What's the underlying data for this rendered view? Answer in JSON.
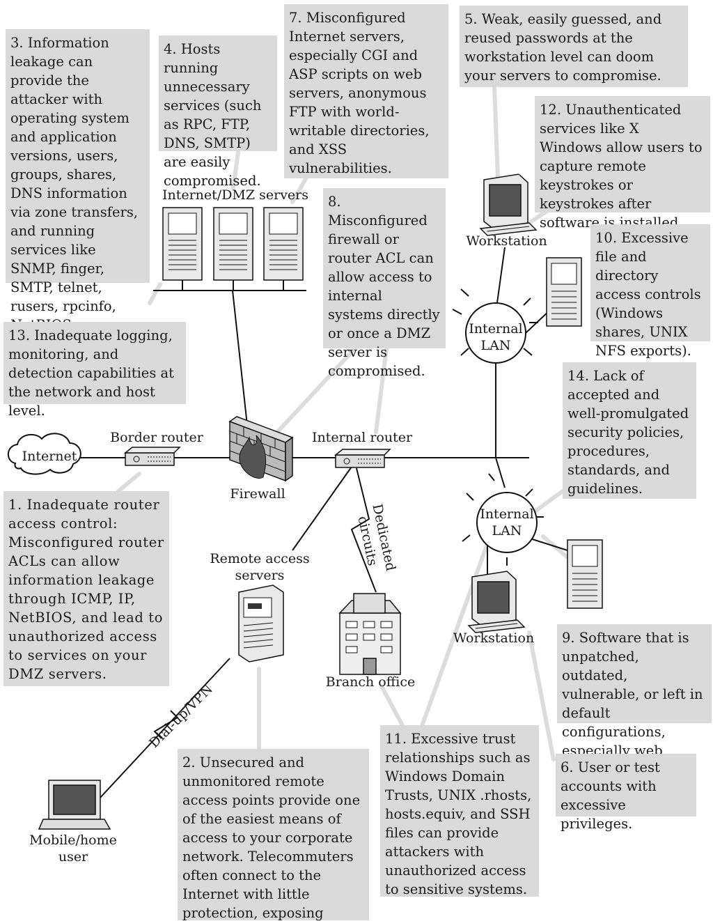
{
  "notes": {
    "n1": "1.  Inadequate router access control: Misconfigured router ACLs can allow information leakage through ICMP, IP, NetBIOS, and lead to unauthorized access to services on your DMZ servers.",
    "n2": "2.  Unsecured and unmonitored remote access points provide one of the easiest means of access to your corporate network. Telecommuters often connect to the Internet with little protection, exposing sensitive files to attack.",
    "n3": "3.  Information leakage can provide the attacker with operating system and application versions, users, groups, shares, DNS information via zone  transfers, and running services like SNMP, finger, SMTP, telnet, rusers, rpcinfo, NetBIOS.",
    "n4": "4.  Hosts running unnecessary services (such as RPC, FTP, DNS, SMTP) are easily compromised.",
    "n5": "5.  Weak, easily guessed, and reused passwords at the workstation level can doom your servers to compromise.",
    "n6": "6.  User or test accounts with excessive privileges.",
    "n7": "7.  Misconfigured Internet servers, especially CGI and ASP scripts on web servers, anonymous FTP with world-writable directories, and XSS vulnerabilities.",
    "n8": "8.  Misconfigured firewall or router ACL can allow access to internal systems directly or once a DMZ server is compromised.",
    "n9": "9.  Software that is unpatched, outdated, vulnerable, or left in default configurations, especially web servers.",
    "n10": "10.  Excessive file and directory access controls (Windows shares, UNIX NFS exports).",
    "n11": "11.  Excessive trust relationships such as Windows Domain Trusts, UNIX .rhosts, hosts.equiv, and SSH files can provide attackers with unauthorized access to sensitive systems.",
    "n12": "12.  Unauthenticated services like X Windows allow users to capture remote keystrokes or keystrokes after software is installed.",
    "n13": "13.  Inadequate logging, monitoring, and detection capabilities at the network and host level.",
    "n14": "14.  Lack of accepted and well-promulgated security policies, procedures, standards, and guidelines."
  },
  "labels": {
    "internet": "Internet",
    "border_router": "Border router",
    "firewall": "Firewall",
    "internal_router": "Internal router",
    "dmz_servers": "Internet/DMZ servers",
    "workstation_top": "Workstation",
    "workstation_bottom": "Workstation",
    "internal_lan_top": "Internal LAN",
    "internal_lan_bottom": "Internal LAN",
    "remote_access_servers": "Remote access servers",
    "branch_office": "Branch office",
    "dedicated_circuits": "Dedicated circuits",
    "dialup_vpn": "Dial-up/VPN",
    "mobile_user": "Mobile/home user"
  },
  "colors": {
    "note_bg": "#d9d9d9",
    "callout_line": "#dcdcdc",
    "network_line": "#111111"
  }
}
